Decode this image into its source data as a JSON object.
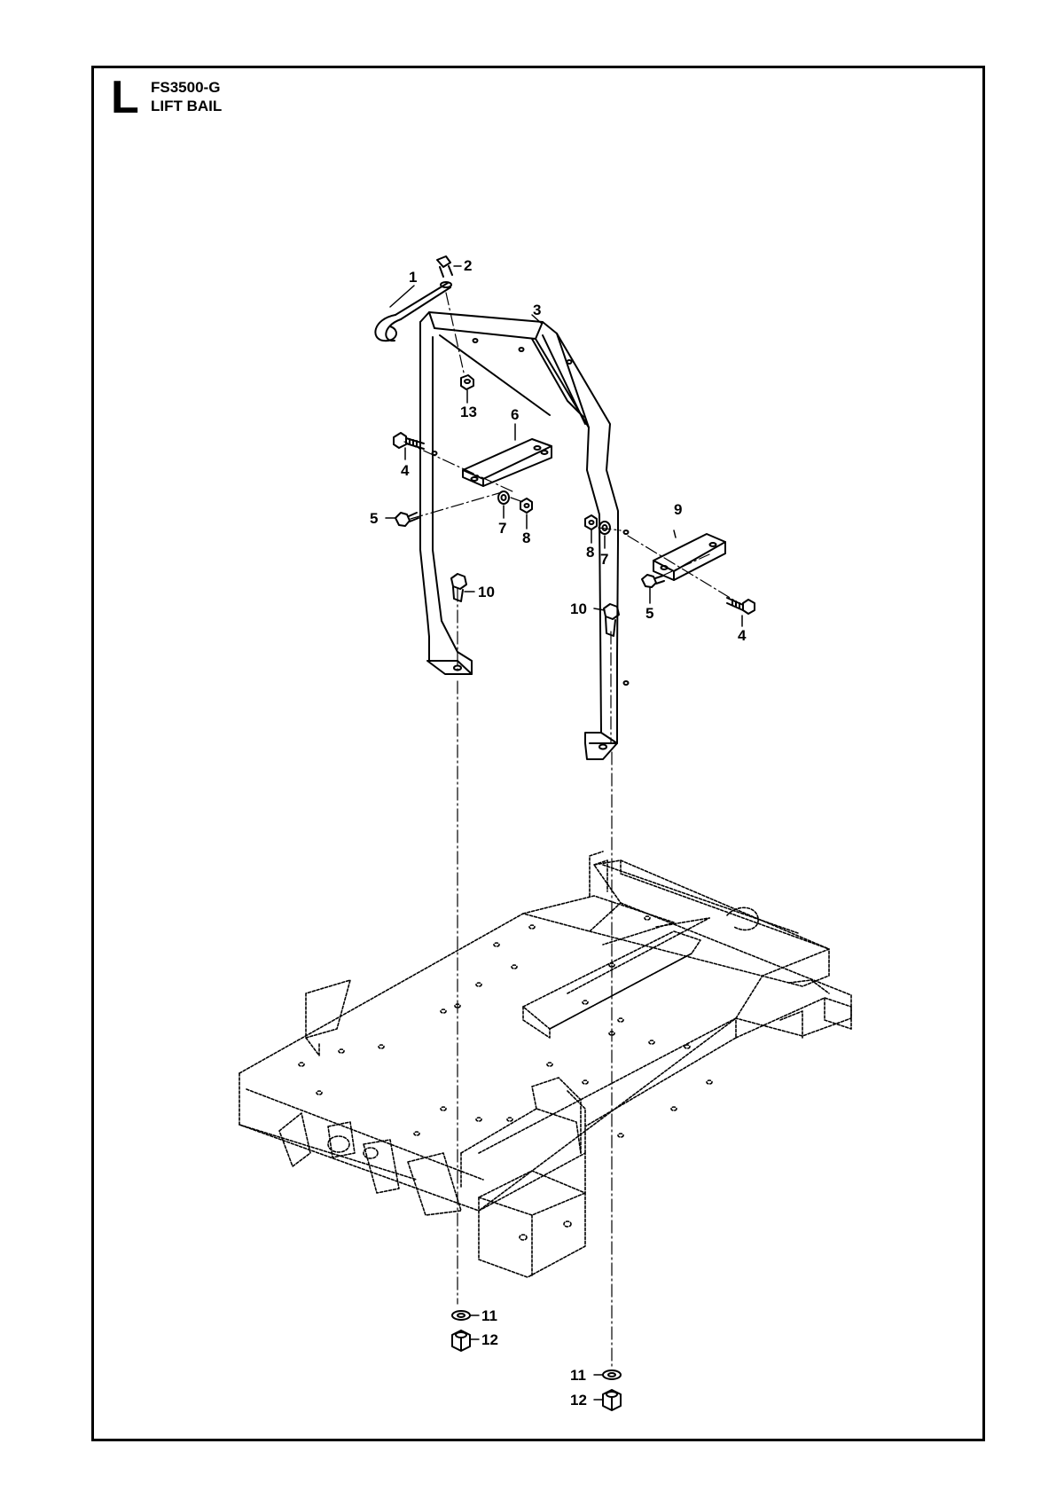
{
  "header": {
    "section_letter": "L",
    "model": "FS3500-G",
    "title": "LIFT BAIL"
  },
  "callouts": [
    {
      "id": "c1",
      "text": "1"
    },
    {
      "id": "c2",
      "text": "2"
    },
    {
      "id": "c3",
      "text": "3"
    },
    {
      "id": "c13",
      "text": "13"
    },
    {
      "id": "c6",
      "text": "6"
    },
    {
      "id": "c4a",
      "text": "4"
    },
    {
      "id": "c5a",
      "text": "5"
    },
    {
      "id": "c7a",
      "text": "7"
    },
    {
      "id": "c8a",
      "text": "8"
    },
    {
      "id": "c8b",
      "text": "8"
    },
    {
      "id": "c7b",
      "text": "7"
    },
    {
      "id": "c9",
      "text": "9"
    },
    {
      "id": "c10a",
      "text": "10"
    },
    {
      "id": "c10b",
      "text": "10"
    },
    {
      "id": "c5b",
      "text": "5"
    },
    {
      "id": "c4b",
      "text": "4"
    },
    {
      "id": "c11a",
      "text": "11"
    },
    {
      "id": "c12a",
      "text": "12"
    },
    {
      "id": "c11b",
      "text": "11"
    },
    {
      "id": "c12b",
      "text": "12"
    }
  ]
}
